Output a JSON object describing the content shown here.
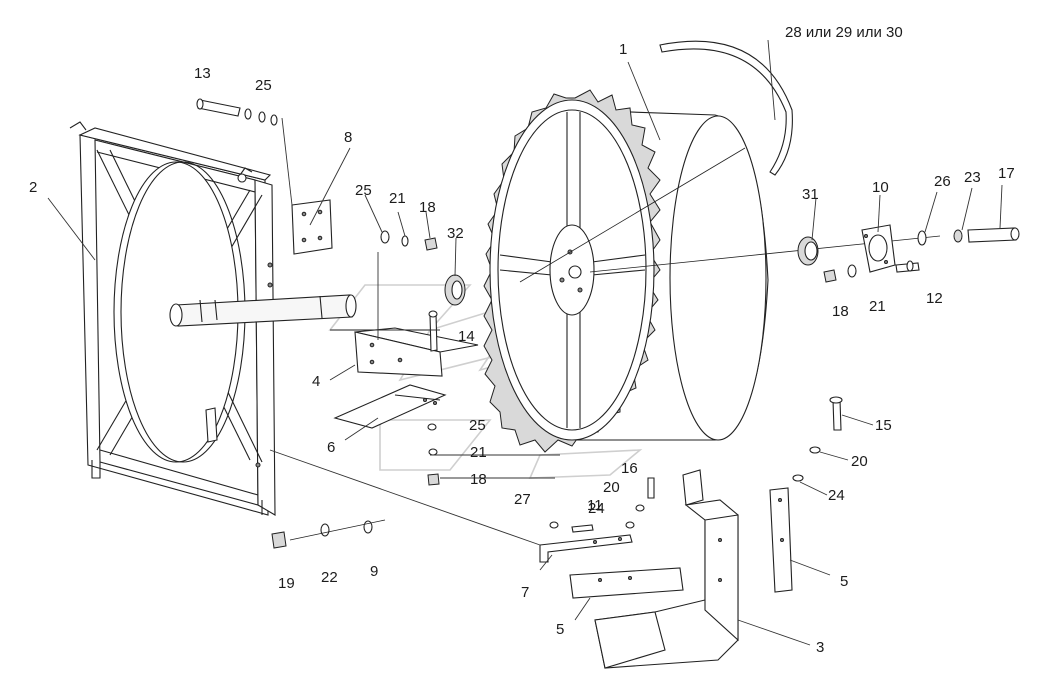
{
  "diagram": {
    "callouts": [
      {
        "id": "c1",
        "text": "1"
      },
      {
        "id": "c2",
        "text": "2"
      },
      {
        "id": "c3",
        "text": "3"
      },
      {
        "id": "c4",
        "text": "4"
      },
      {
        "id": "c5a",
        "text": "5"
      },
      {
        "id": "c5b",
        "text": "5"
      },
      {
        "id": "c6",
        "text": "6"
      },
      {
        "id": "c7",
        "text": "7"
      },
      {
        "id": "c8",
        "text": "8"
      },
      {
        "id": "c9",
        "text": "9"
      },
      {
        "id": "c10",
        "text": "10"
      },
      {
        "id": "c11",
        "text": "11"
      },
      {
        "id": "c12",
        "text": "12"
      },
      {
        "id": "c13",
        "text": "13"
      },
      {
        "id": "c14",
        "text": "14"
      },
      {
        "id": "c15",
        "text": "15"
      },
      {
        "id": "c16",
        "text": "16"
      },
      {
        "id": "c17",
        "text": "17"
      },
      {
        "id": "c18a",
        "text": "18"
      },
      {
        "id": "c18b",
        "text": "18"
      },
      {
        "id": "c18c",
        "text": "18"
      },
      {
        "id": "c19",
        "text": "19"
      },
      {
        "id": "c20a",
        "text": "20"
      },
      {
        "id": "c20b",
        "text": "20"
      },
      {
        "id": "c21a",
        "text": "21"
      },
      {
        "id": "c21b",
        "text": "21"
      },
      {
        "id": "c21c",
        "text": "21"
      },
      {
        "id": "c22",
        "text": "22"
      },
      {
        "id": "c23",
        "text": "23"
      },
      {
        "id": "c24a",
        "text": "24"
      },
      {
        "id": "c24b",
        "text": "24"
      },
      {
        "id": "c25a",
        "text": "25"
      },
      {
        "id": "c25b",
        "text": "25"
      },
      {
        "id": "c25c",
        "text": "25"
      },
      {
        "id": "c26",
        "text": "26"
      },
      {
        "id": "c27",
        "text": "27"
      },
      {
        "id": "c31",
        "text": "31"
      },
      {
        "id": "c32",
        "text": "32"
      },
      {
        "id": "c28",
        "text": "28 или 29 или 30"
      }
    ]
  }
}
